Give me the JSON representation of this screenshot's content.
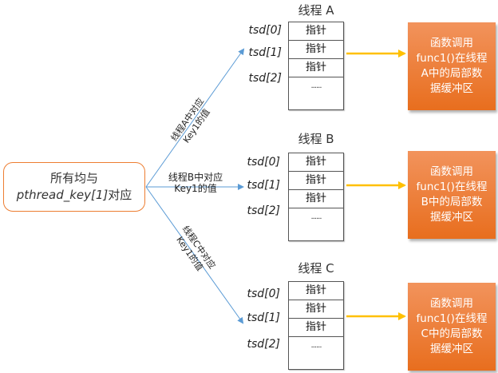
{
  "source": {
    "line1": "所有均与",
    "line2_italic": "pthread_key[1]",
    "line2_suffix": "对应"
  },
  "edges": [
    {
      "line1": "线程A中对应",
      "line2": "Key1的值"
    },
    {
      "line1": "线程B中对应",
      "line2": "Key1的值"
    },
    {
      "line1": "线程C中对应",
      "line2": "Key1的值"
    }
  ],
  "threads": [
    {
      "title": "线程 A",
      "tsd_labels": [
        "tsd[0]",
        "tsd[1]",
        "tsd[2]"
      ],
      "rows": [
        "指针",
        "指针",
        "指针"
      ],
      "rest": "......",
      "buffer": [
        "函数调用",
        "func1()在线程",
        "A中的局部数",
        "据缓冲区"
      ]
    },
    {
      "title": "线程 B",
      "tsd_labels": [
        "tsd[0]",
        "tsd[1]",
        "tsd[2]"
      ],
      "rows": [
        "指针",
        "指针",
        "指针"
      ],
      "rest": "......",
      "buffer": [
        "函数调用",
        "func1()在线程",
        "B中的局部数",
        "据缓冲区"
      ]
    },
    {
      "title": "线程 C",
      "tsd_labels": [
        "tsd[0]",
        "tsd[1]",
        "tsd[2]"
      ],
      "rows": [
        "指针",
        "指针",
        "指针"
      ],
      "rest": "......",
      "buffer": [
        "函数调用",
        "func1()在线程",
        "C中的局部数",
        "据缓冲区"
      ]
    }
  ],
  "colors": {
    "source_border": "#ED7D31",
    "key_arrow": "#5B9BD5",
    "buffer_arrow": "#FFC000",
    "buffer_fill_top": "#F2935C",
    "buffer_fill_bottom": "#E86E1E"
  }
}
